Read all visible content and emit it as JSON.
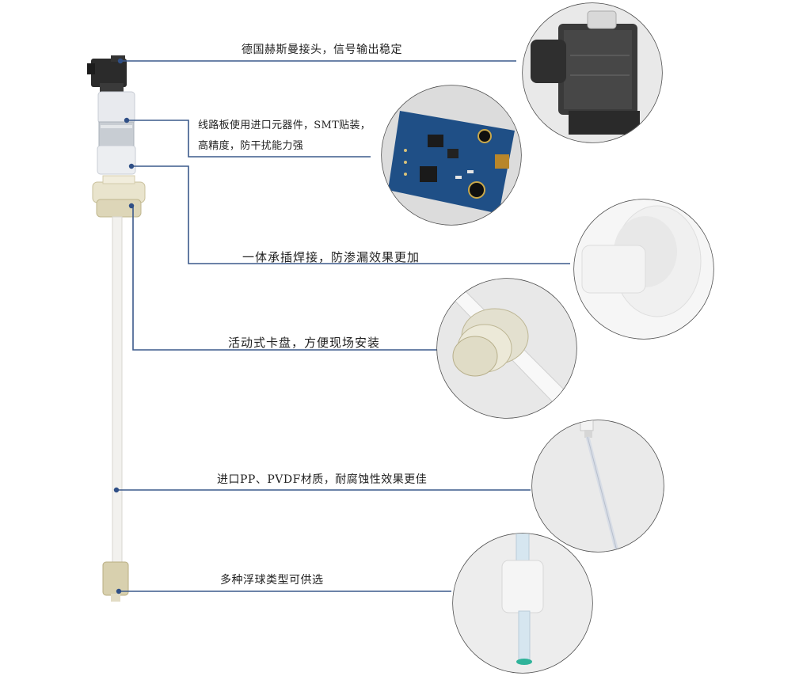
{
  "features": [
    {
      "text": "德国赫斯曼接头，信号输出稳定",
      "icon": "din-connector-icon"
    },
    {
      "text_line1": "线路板使用进口元器件，SMT贴装，",
      "text_line2": "高精度，防干扰能力强",
      "icon": "circuit-board-icon"
    },
    {
      "text": "一体承插焊接，防渗漏效果更加",
      "icon": "socket-weld-icon"
    },
    {
      "text": "活动式卡盘，方便现场安装",
      "icon": "movable-flange-icon"
    },
    {
      "text": "进口PP、PVDF材质，耐腐蚀性效果更佳",
      "icon": "rod-material-icon"
    },
    {
      "text": "多种浮球类型可供选",
      "icon": "float-ball-icon"
    }
  ],
  "colors": {
    "callout_line": "#3c5a8c",
    "dot": "#2f4f86",
    "circle_border": "#4a4a4a",
    "pcb": "#1f4f86"
  }
}
